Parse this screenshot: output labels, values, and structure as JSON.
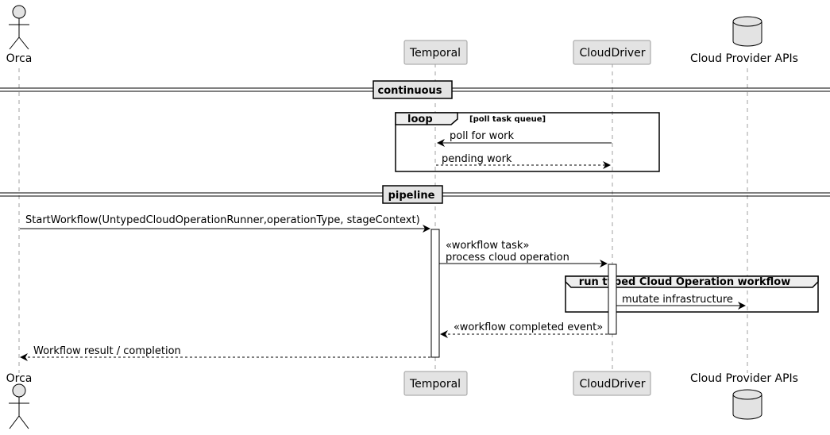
{
  "participants": {
    "orca": "Orca",
    "temporal": "Temporal",
    "clouddriver": "CloudDriver",
    "cloud_apis": "Cloud Provider APIs"
  },
  "dividers": {
    "continuous": "continuous",
    "pipeline": "pipeline"
  },
  "fragments": {
    "loop_keyword": "loop",
    "loop_condition": "[poll task queue]",
    "group_title": "run typed Cloud Operation workflow"
  },
  "messages": {
    "poll": "poll for work",
    "pending": "pending work",
    "start": "StartWorkflow(UntypedCloudOperationRunner,operationType, stageContext)",
    "task_line1": "«workflow task»",
    "task_line2": "process cloud operation",
    "mutate": "mutate infrastructure",
    "completed": "«workflow completed event»",
    "result": "Workflow result / completion"
  }
}
